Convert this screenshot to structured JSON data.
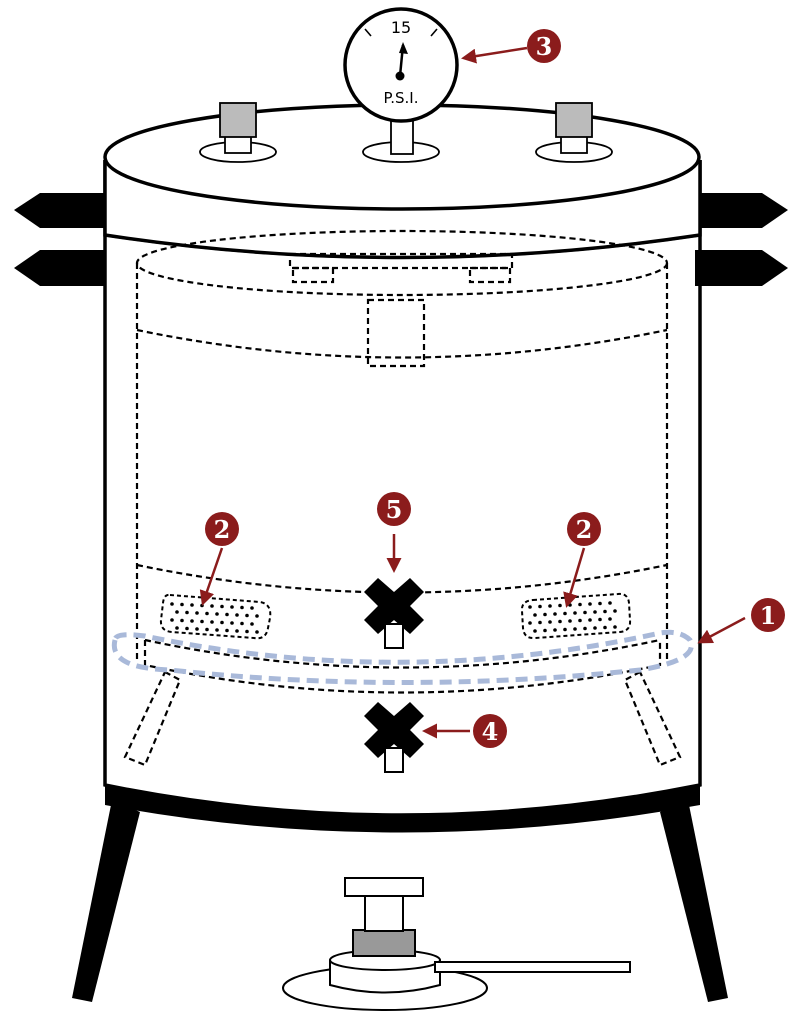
{
  "gauge": {
    "reading": "15",
    "unit": "P.S.I."
  },
  "callouts": [
    {
      "id": "c1",
      "number": "1"
    },
    {
      "id": "c2a",
      "number": "2"
    },
    {
      "id": "c2b",
      "number": "2"
    },
    {
      "id": "c3",
      "number": "3"
    },
    {
      "id": "c4",
      "number": "4"
    },
    {
      "id": "c5",
      "number": "5"
    }
  ],
  "colors": {
    "callout": "#8b1c1c",
    "gasket": "#a9b9d9",
    "outline": "#000000"
  }
}
